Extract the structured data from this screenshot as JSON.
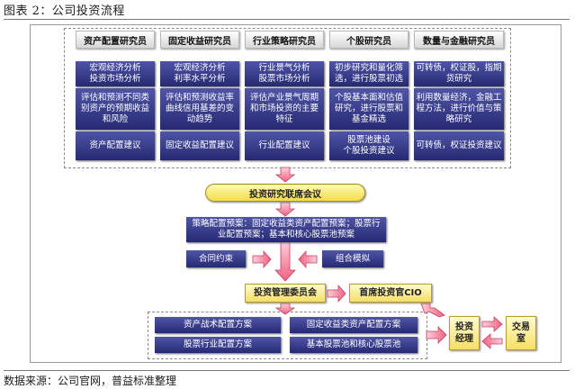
{
  "figure_title": "图表 2：公司投资流程",
  "source": "数据来源：公司官网，普益标准整理",
  "columns": [
    {
      "header": "资产配置研究员",
      "cells": [
        "宏观经济分析\n投资市场分析",
        "评估和预测不同类别资产的预期收益和风险",
        "资产配置建议"
      ]
    },
    {
      "header": "固定收益研究员",
      "cells": [
        "宏观经济分析\n利率水平分析",
        "评估和预测收益率曲线信用基差的变动趋势",
        "固定收益配置建议"
      ]
    },
    {
      "header": "行业策略研究员",
      "cells": [
        "行业景气分析\n股票市场分析",
        "评估产业景气周期和市场投资的主要特征",
        "行业配置建议"
      ]
    },
    {
      "header": "个股研究员",
      "cells": [
        "初步研究和量化筛选，进行股票初选",
        "个股基本面和估值研究，进行股票和基金精选",
        "股票池建设\n个股投资建议"
      ]
    },
    {
      "header": "数量与金融研究员",
      "cells": [
        "可转债，权证股，指期货研究",
        "利用数量经济，金融工程方法，进行价值与策略研究",
        "可转债，权证投资建议"
      ]
    }
  ],
  "meeting": "投资研究联席会议",
  "strategy": "策略配置预案：固定收益类资产配置预案；股票行业配置预案；基本和核心股票池预案",
  "contract": "合同约束",
  "simulation": "组合模拟",
  "committee": "投资管理委员会",
  "cio": "首席投资官CIO",
  "plans": [
    "资产战术配置方案",
    "固定收益类资产配置方案",
    "股票行业配置方案",
    "基本股票池和核心股票池"
  ],
  "manager": "投资\n经理",
  "trading": "交易\n室"
}
